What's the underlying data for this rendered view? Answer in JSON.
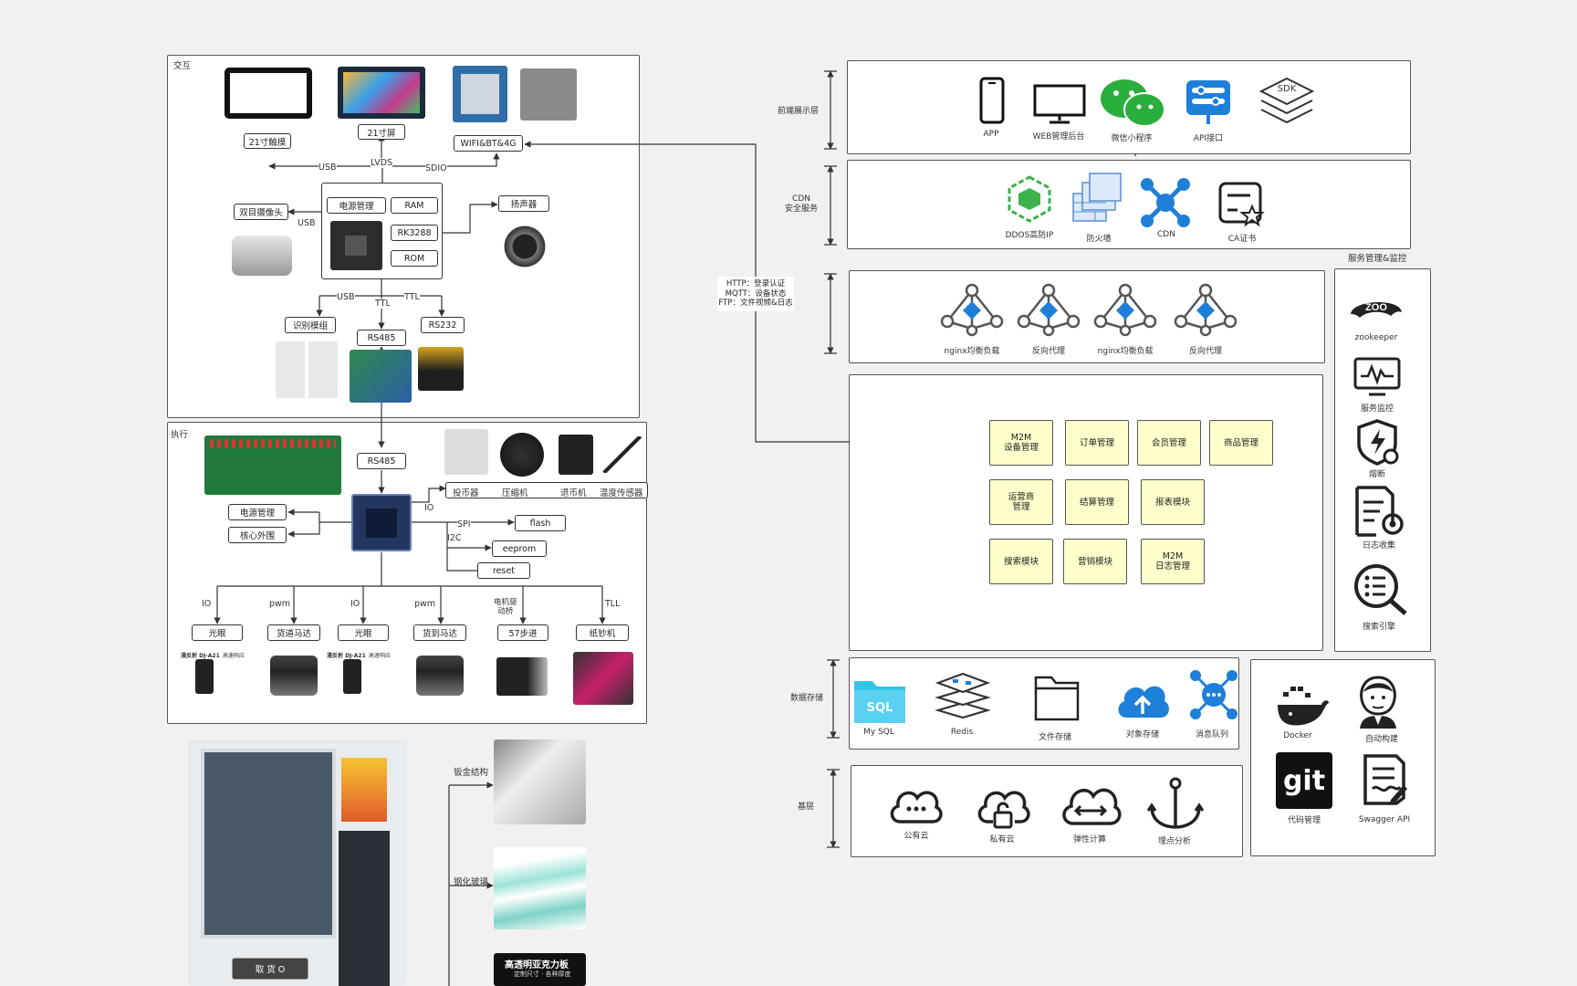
{
  "hardware": {
    "interaction": {
      "title": "交互",
      "touch_label": "21寸触摸",
      "screen_label": "21寸屏",
      "wifi_label": "WIFI&BT&4G",
      "usb1": "USB",
      "lvds": "LVDS",
      "sdio": "SDIO",
      "power_mgmt": "电源管理",
      "ram": "RAM",
      "rk3288": "RK3288",
      "rom": "ROM",
      "camera_label": "双目摄像头",
      "camera_usb": "USB",
      "speaker_label": "扬声器",
      "usb2": "USB",
      "ttl1": "TTL",
      "ttl2": "TTL",
      "recog_label": "识别模组",
      "rs485_label": "RS485",
      "rs232_label": "RS232"
    },
    "execution": {
      "title": "执行",
      "rs485_label": "RS485",
      "coin_label": "投币器",
      "compressor_label": "压缩机",
      "changer_label": "退币机",
      "temp_sensor_label": "温度传感器",
      "io_top": "IO",
      "power_mgmt": "电源管理",
      "core_periph": "核心外围",
      "spi": "SPI",
      "i2c": "I2C",
      "flash": "flash",
      "eeprom": "eeprom",
      "reset": "reset",
      "io1": "IO",
      "pwm1": "pwm",
      "io2": "IO",
      "pwm2": "pwm",
      "motor_drv": "电机驱\n动桥",
      "tll": "TLL",
      "light1": "光眼",
      "track_motor1": "货道马达",
      "light2": "光眼",
      "track_motor2": "货到马达",
      "stepper": "57步进",
      "paper": "纸钞机",
      "sensor_brand": "漫反射 DJ-A21",
      "sensor_tag": "高速响应"
    },
    "structure": {
      "sheet_metal": "钣金结构",
      "tempered_glass": "钢化玻璃",
      "acrylic_title": "高透明亚克力板",
      "acrylic_sub": "定制尺寸 · 各种厚度",
      "take_goods": "取 货 O"
    }
  },
  "protocol_note": [
    "HTTP：登录认证",
    "MQTT：设备状态",
    "FTP：文件视频&日志"
  ],
  "layers": {
    "frontend": {
      "label": "前端展示层",
      "items": [
        {
          "icon": "smartphone-icon",
          "label": "APP"
        },
        {
          "icon": "monitor-icon",
          "label": "WEB管理后台"
        },
        {
          "icon": "wechat-icon",
          "label": "微信小程序"
        },
        {
          "icon": "api-icon",
          "label": "API接口"
        },
        {
          "icon": "sdk-icon",
          "label": "SDK"
        }
      ]
    },
    "cdn": {
      "label": "CDN\n安全服务",
      "items": [
        {
          "icon": "ddos-icon",
          "label": "DDOS高防IP"
        },
        {
          "icon": "firewall-icon",
          "label": "防火墙"
        },
        {
          "icon": "cdn-icon",
          "label": "CDN"
        },
        {
          "icon": "ca-cert-icon",
          "label": "CA证书"
        }
      ]
    },
    "gateway": {
      "items": [
        "nginx均衡负载",
        "反向代理",
        "nginx均衡负载",
        "反向代理"
      ]
    },
    "business": {
      "modules": [
        "M2M\n设备管理",
        "订单管理",
        "会员管理",
        "商品管理",
        "运营商\n管理",
        "结算管理",
        "报表模块",
        "搜索模块",
        "营销模块",
        "M2M\n日志管理"
      ]
    },
    "storage": {
      "label": "数据存储",
      "items": [
        {
          "icon": "mysql-icon",
          "label": "My SQL",
          "sql": "SQL"
        },
        {
          "icon": "redis-icon",
          "label": "Redis"
        },
        {
          "icon": "folder-icon",
          "label": "文件存储"
        },
        {
          "icon": "cloud-upload-icon",
          "label": "对象存储"
        },
        {
          "icon": "message-queue-icon",
          "label": "消息队列"
        }
      ]
    },
    "base": {
      "label": "基层",
      "items": [
        {
          "icon": "public-cloud-icon",
          "label": "公有云"
        },
        {
          "icon": "private-cloud-icon",
          "label": "私有云"
        },
        {
          "icon": "elastic-compute-icon",
          "label": "弹性计算"
        },
        {
          "icon": "anchor-icon",
          "label": "埋点分析"
        }
      ]
    }
  },
  "service_monitor": {
    "title": "服务管理&监控",
    "items": [
      {
        "icon": "zookeeper-icon",
        "label": "zookeeper"
      },
      {
        "icon": "service-monitor-icon",
        "label": "服务监控"
      },
      {
        "icon": "circuit-breaker-icon",
        "label": "熔断"
      },
      {
        "icon": "log-collect-icon",
        "label": "日志收集"
      },
      {
        "icon": "search-engine-icon",
        "label": "搜索引擎"
      }
    ]
  },
  "devops": {
    "items": [
      {
        "icon": "docker-icon",
        "label": "Docker"
      },
      {
        "icon": "jenkins-icon",
        "label": "自动构建"
      },
      {
        "icon": "git-icon",
        "label": "代码管理",
        "logo_text": "git"
      },
      {
        "icon": "swagger-icon",
        "label": "Swagger API"
      }
    ]
  },
  "colors": {
    "module_fill": "#ffffcc",
    "accent_blue": "#1e7fd8",
    "wechat_green": "#2aae3c",
    "ddos_green": "#3bb34a",
    "mysql_cyan": "#35c3e8"
  }
}
